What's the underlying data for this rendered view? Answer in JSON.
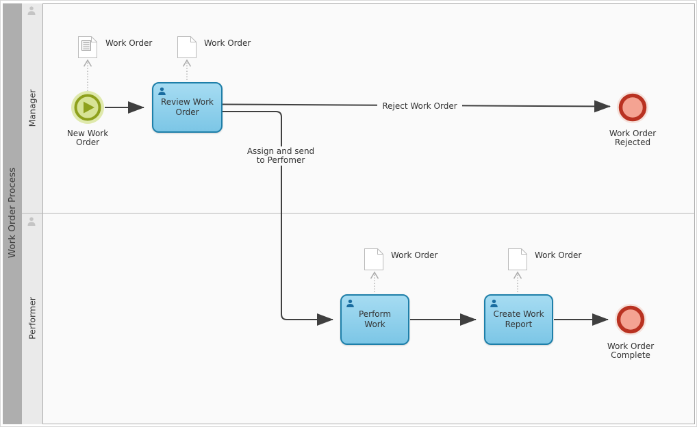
{
  "pool": {
    "title": "Work Order Process"
  },
  "lanes": [
    {
      "label": "Manager"
    },
    {
      "label": "Performer"
    }
  ],
  "nodes": {
    "start": {
      "label": "New Work Order"
    },
    "end_rejected": {
      "label": "Work Order Rejected"
    },
    "end_complete": {
      "label": "Work Order Complete"
    },
    "task_review": {
      "label": "Review Work Order"
    },
    "task_perform": {
      "label": "Perform Work"
    },
    "task_create": {
      "label": "Create Work Report"
    },
    "doc_manager_1": {
      "label": "Work Order"
    },
    "doc_manager_2": {
      "label": "Work Order"
    },
    "doc_performer_1": {
      "label": "Work Order"
    },
    "doc_performer_2": {
      "label": "Work Order"
    }
  },
  "edges": {
    "reject": {
      "label": "Reject Work Order"
    },
    "assign": {
      "label": "Assign and send to Perfomer"
    }
  },
  "colors": {
    "canvas": "#FAFAFA",
    "pool_bar": "#AEAEAE",
    "lane_strip": "#EAEAEA",
    "frame_border": "#ABABAB",
    "task_border": "#1E7FA9",
    "task_top": "#A6DCF2",
    "task_bottom": "#7CC6E6",
    "task_icon": "#1A6DA0",
    "start_ring": "#8EA01C",
    "start_fill": "#D7E396",
    "start_glow": "#DFE9AC",
    "end_ring": "#B93221",
    "end_fill": "#F4A392",
    "end_glow": "#F5E1DB",
    "connector": "#3F3F3F",
    "dashed": "#ABABAB",
    "doc_border": "#B9B9B9",
    "text": "#333333"
  }
}
